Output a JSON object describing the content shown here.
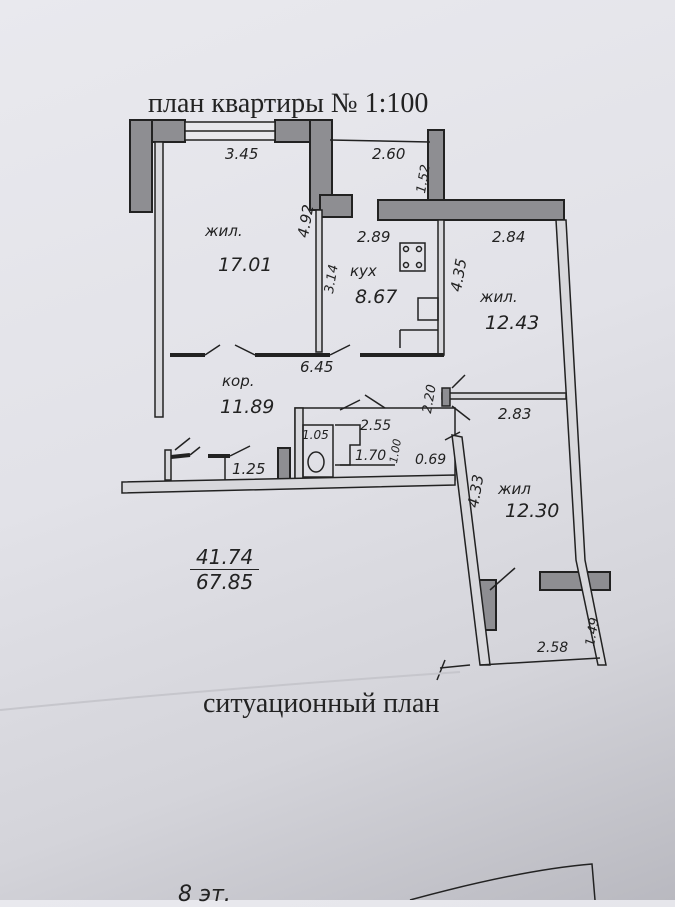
{
  "title": "план квартиры № 1:100",
  "subtitle": "ситуационный план",
  "footer_text": "8 эт.",
  "rooms": [
    {
      "type": "жил.",
      "area": "17.01"
    },
    {
      "type": "кух",
      "area": "8.67"
    },
    {
      "type": "жил.",
      "area": "12.43"
    },
    {
      "type": "кор.",
      "area": "11.89"
    },
    {
      "type": "жил",
      "area": "12.30"
    }
  ],
  "small_areas": [
    "1.25",
    "1.05",
    "1.70",
    "0.69"
  ],
  "dimensions": [
    "3.45",
    "2.60",
    "1.52",
    "2.89",
    "4.92",
    "3.14",
    "4.35",
    "2.84",
    "6.45",
    "2.20",
    "2.83",
    "2.55",
    "1.00",
    "4.33",
    "2.58",
    "1.49"
  ],
  "totals": {
    "living": "41.74",
    "total": "67.85"
  },
  "colors": {
    "paper": "#e6e6eb",
    "ink": "#222222",
    "wall": "#8a8a8e"
  }
}
